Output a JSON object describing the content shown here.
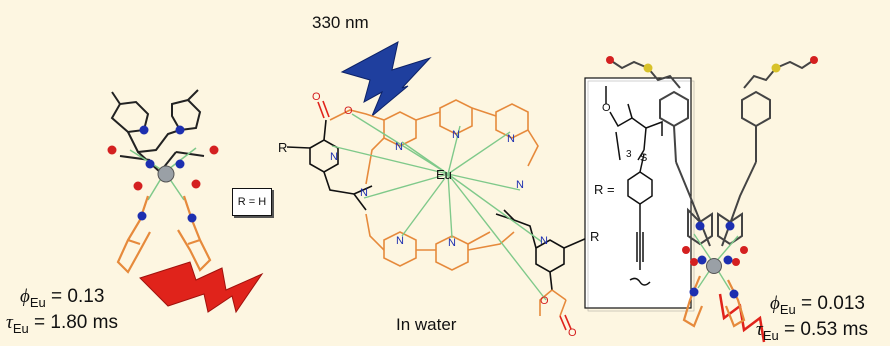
{
  "wavelength": "330 nm",
  "left_complex": {
    "r_label": "R = H",
    "phi_symbol": "ϕ",
    "phi_sub": "Eu",
    "phi_value": "= 0.13",
    "tau_symbol": "τ",
    "tau_sub": "Eu",
    "tau_value": "= 1.80 ms"
  },
  "center_structure": {
    "metal": "Eu",
    "r_left": "R",
    "r_right": "R",
    "n_atom": "N",
    "o_atom": "O",
    "medium": "In water"
  },
  "substituent_box": {
    "r_label": "R =",
    "o_atom": "O",
    "s_atom": "S",
    "repeat_count": "3"
  },
  "right_complex": {
    "phi_symbol": "ϕ",
    "phi_sub": "Eu",
    "phi_value": "= 0.013",
    "tau_symbol": "τ",
    "tau_sub": "Eu",
    "tau_value": "= 0.53 ms"
  },
  "colors": {
    "background": "#fdf6e1",
    "bolt_blue": "#1f3f9e",
    "bolt_red": "#e0231b",
    "ligand_orange": "#e68a3c",
    "bond_green": "#7fc98a",
    "nitrogen": "#1d2fb0",
    "oxygen": "#d42020",
    "sulfur": "#d8c22a"
  }
}
